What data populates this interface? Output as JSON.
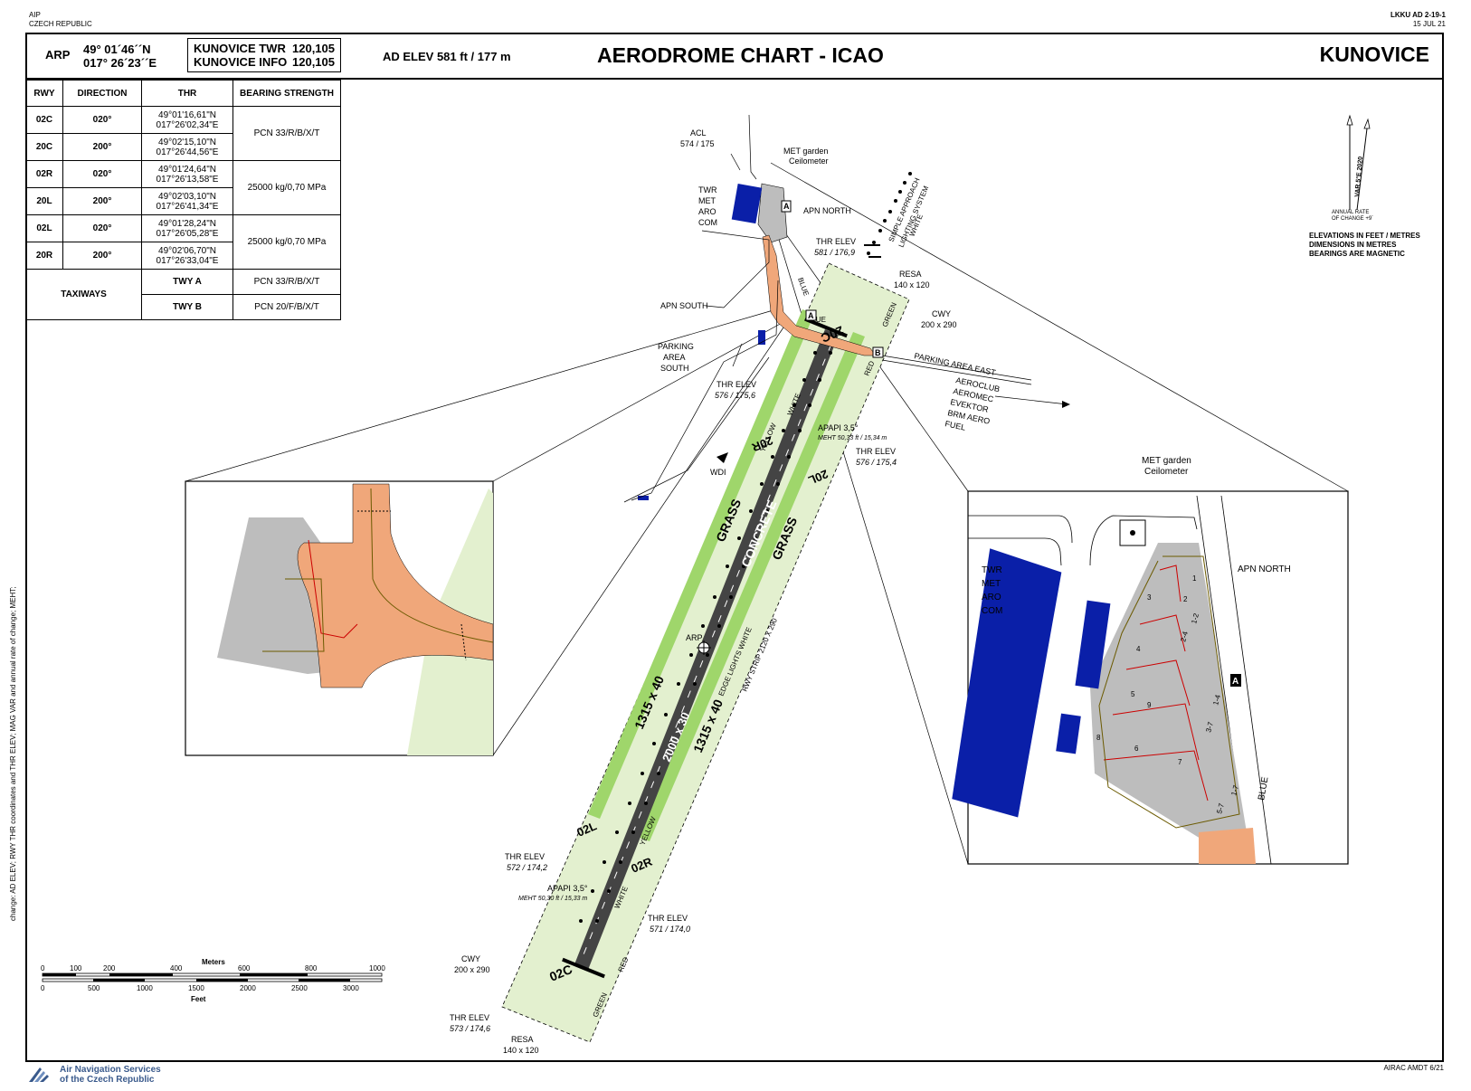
{
  "header": {
    "org_line1": "AIP",
    "org_line2": "CZECH REPUBLIC",
    "doc_code": "LKKU AD 2-19-1",
    "doc_date": "15 JUL 21"
  },
  "titlebar": {
    "arp_label": "ARP",
    "arp_lat": "49° 01´46´´N",
    "arp_lon": "017° 26´23´´E",
    "freq": [
      {
        "name": "KUNOVICE TWR",
        "value": "120,105"
      },
      {
        "name": "KUNOVICE INFO",
        "value": "120,105"
      }
    ],
    "ad_elev": "AD ELEV 581 ft / 177 m",
    "title": "AERODROME CHART - ICAO",
    "aerodrome": "KUNOVICE"
  },
  "runway_table": {
    "headers": [
      "RWY",
      "DIRECTION",
      "THR",
      "BEARING STRENGTH"
    ],
    "rows": [
      {
        "rwy": "02C",
        "dir": "020°",
        "thr1": "49°01'16,61\"N",
        "thr2": "017°26'02,34\"E"
      },
      {
        "rwy": "20C",
        "dir": "200°",
        "thr1": "49°02'15,10\"N",
        "thr2": "017°26'44,56\"E"
      },
      {
        "rwy": "02R",
        "dir": "020°",
        "thr1": "49°01'24,64\"N",
        "thr2": "017°26'13,58\"E"
      },
      {
        "rwy": "20L",
        "dir": "200°",
        "thr1": "49°02'03,10\"N",
        "thr2": "017°26'41,34\"E"
      },
      {
        "rwy": "02L",
        "dir": "020°",
        "thr1": "49°01'28,24\"N",
        "thr2": "017°26'05,28\"E"
      },
      {
        "rwy": "20R",
        "dir": "200°",
        "thr1": "49°02'06,70\"N",
        "thr2": "017°26'33,04\"E"
      }
    ],
    "strengths": [
      "PCN 33/R/B/X/T",
      "25000 kg/0,70 MPa",
      "25000 kg/0,70 MPa"
    ],
    "taxiways_label": "TAXIWAYS",
    "taxiways": [
      {
        "name": "TWY A",
        "pcn": "PCN 33/R/B/X/T"
      },
      {
        "name": "TWY B",
        "pcn": "PCN 20/F/B/X/T"
      }
    ]
  },
  "notes": {
    "elev_note_1": "ELEVATIONS IN FEET / METRES",
    "elev_note_2": "DIMENSIONS IN METRES",
    "elev_note_3": "BEARINGS ARE MAGNETIC",
    "var": "VAR 5°E 2020",
    "annual_1": "ANNUAL RATE",
    "annual_2": "OF CHANGE +9´",
    "side_note": "change: AD ELEV; RWY THR coordinates and THR ELEV; MAG VAR and annual rate of change; MEHT;"
  },
  "map_labels": {
    "acl": "ACL",
    "acl_val": "574 / 175",
    "met_garden_1": "MET garden",
    "met_garden_2": "Ceilometer",
    "twr": "TWR",
    "met": "MET",
    "aro": "ARO",
    "com": "COM",
    "apn_north": "APN NORTH",
    "simple_approach": "SIMPLE APPROACH",
    "lighting_system": "LIGHTING SYSTEM",
    "white": "WHITE",
    "thr_elev": "THR ELEV",
    "thr_20c": "581 / 176,9",
    "resa": "RESA",
    "resa_val": "140 x 120",
    "cwy": "CWY",
    "cwy_val": "200 x 290",
    "apn_south": "APN SOUTH",
    "parking_south_1": "PARKING",
    "parking_south_2": "AREA",
    "parking_south_3": "SOUTH",
    "parking_east": "PARKING AREA EAST",
    "aeroclub": "AEROCLUB",
    "aeromec": "AEROMEC",
    "evektor": "EVEKTOR",
    "brm": "BRM AERO",
    "fuel": "FUEL",
    "thr_20r": "576 / 175,6",
    "apapi_north": "APAPI 3,5°",
    "meht_north": "MEHT 50,33 ft / 15,34 m",
    "thr_20l": "576 / 175,4",
    "wdi": "WDI",
    "grass": "GRASS",
    "concrete": "CONCRETE",
    "arp": "ARP",
    "edge_lights": "EDGE LIGHTS WHITE",
    "strip": "RWY STRIP 2120 X 290",
    "rwy_left": "1315 x 40",
    "rwy_center": "2000 x 30",
    "rwy_right": "1315 x 40",
    "rwy_02c": "02C",
    "rwy_20c": "20C",
    "rwy_02l": "02L",
    "rwy_20r": "20R",
    "rwy_02r": "02R",
    "rwy_20l": "20L",
    "thr_02l": "572 / 174,2",
    "apapi_south": "APAPI 3,5°",
    "meht_south": "MEHT 50,30 ft / 15,33 m",
    "thr_02r": "571 / 174,0",
    "thr_02c": "573 / 174,6",
    "yellow": "YELLOW",
    "blue": "BLUE",
    "red": "RED",
    "green": "GREEN",
    "twy_a": "A",
    "twy_b": "B",
    "stand_labels": [
      "1",
      "2",
      "3",
      "4",
      "5",
      "6",
      "7",
      "8",
      "9",
      "1-2",
      "2-4",
      "1-4",
      "3-7",
      "5-7",
      "1-7"
    ]
  },
  "scale": {
    "meters_label": "Meters",
    "meters_ticks": [
      "0",
      "100",
      "200",
      "400",
      "600",
      "800",
      "1000"
    ],
    "feet_label": "Feet",
    "feet_ticks": [
      "0",
      "500",
      "1000",
      "1500",
      "2000",
      "2500",
      "3000"
    ]
  },
  "footer": {
    "airac": "AIRAC AMDT 6/21",
    "logo_line1": "Air Navigation Services",
    "logo_line2": "of the Czech Republic"
  },
  "colors": {
    "grass_strip": "#e3f0cf",
    "grass_green": "#9fd66b",
    "concrete": "#444444",
    "apron": "#f0a77a",
    "building": "#0a1fa8",
    "apron_grey": "#bdbdbd"
  }
}
